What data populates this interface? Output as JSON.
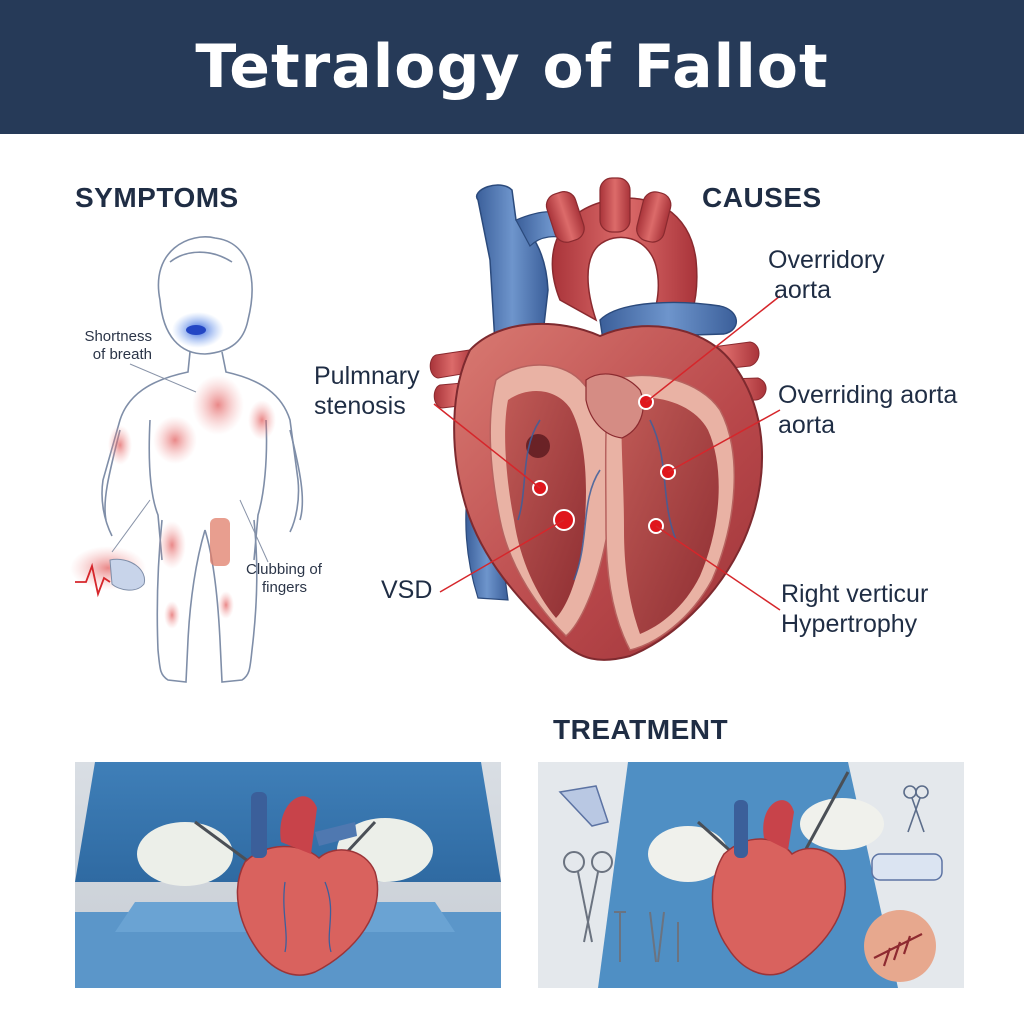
{
  "title": "Tetralogy of Fallot",
  "sections": {
    "symptoms": "SYMPTOMS",
    "causes": "CAUSES",
    "treatment": "TREATMENT"
  },
  "symptoms": {
    "shortness_of_breath": [
      "Shortness",
      "of breath"
    ],
    "clubbing": [
      "Clubbing of",
      "fingers"
    ]
  },
  "causes": {
    "overriding_aorta_1": [
      "Overridory",
      "aorta"
    ],
    "pulmonary_stenosis": [
      "Pulmnary",
      "stenosis"
    ],
    "overriding_aorta_2": [
      "Overriding aorta",
      "aorta"
    ],
    "vsd": "VSD",
    "right_ventricular": [
      "Right verticur",
      "Hypertrophy"
    ]
  },
  "colors": {
    "header_bg": "#263a58",
    "artery_red": "#c8434a",
    "vein_blue": "#4f78b0",
    "marker_red": "#e0161c",
    "surgeon_blue": "#4f8fc4"
  }
}
